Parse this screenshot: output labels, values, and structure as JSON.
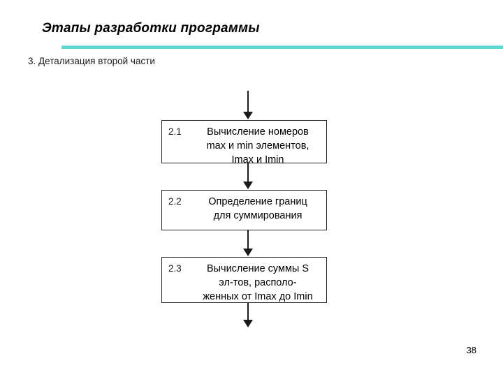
{
  "slide": {
    "title": "Этапы разработки программы",
    "subtitle": "3. Детализация второй части",
    "page_number": "38",
    "accent_color": "#5fd6d6",
    "accent_highlight_color": "#bdeeee",
    "line_color": "#1a1a1a",
    "background_color": "#ffffff"
  },
  "flowchart": {
    "type": "flowchart",
    "orientation": "vertical",
    "entry_arrow": "arrow-down-icon",
    "exit_arrow": "arrow-down-icon",
    "boxes": [
      {
        "number": "2.1",
        "text": "Вычисление номеров\nmax и min элементов,\nImax и Imin"
      },
      {
        "number": "2.2",
        "text": "Определение границ\nдля суммирования"
      },
      {
        "number": "2.3",
        "text": "Вычисление суммы S\nэл-тов, располо-\nженных от Imax до Imin"
      }
    ],
    "connector_labels": [
      "",
      "",
      "",
      ""
    ]
  }
}
